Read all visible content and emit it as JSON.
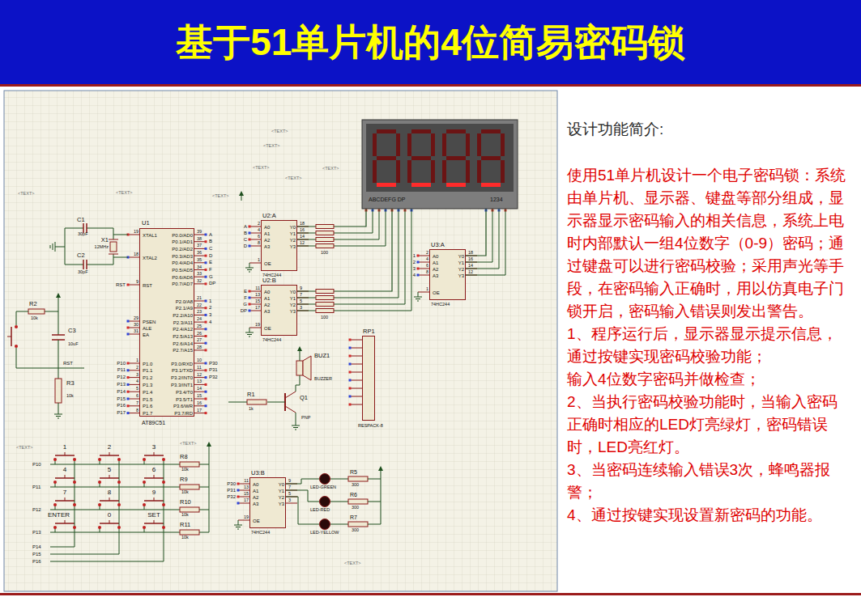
{
  "diagram": {
    "title": "基于51单片机的4位简易密码锁",
    "nodes": [
      {
        "text": [
          "ABCDEFG DP",
          "1234"
        ]
      },
      {
        "text": [
          "U1",
          "AT89C51",
          "XTAL1",
          "XTAL2",
          "RST",
          "PSEN",
          "ALE",
          "EA",
          "P1.0",
          "P1.1",
          "P1.2",
          "P1.3",
          "P1.4",
          "P1.5",
          "P1.6",
          "P1.7",
          "P0.0/AD0",
          "P0.1/AD1",
          "P0.2/AD2",
          "P0.3/AD3",
          "P0.4/AD4",
          "P0.5/AD5",
          "P0.6/AD6",
          "P0.7/AD7",
          "P2.0/A8",
          "P2.1/A9",
          "P2.2/A10",
          "P2.3/A11",
          "P2.4/A12",
          "P2.5/A13",
          "P2.6/A14",
          "P2.7/A15",
          "P3.0/RXD",
          "P3.1/TXD",
          "P3.2/INT0",
          "P3.3/INT1",
          "P3.4/T0",
          "P3.5/T1",
          "P3.6/WR",
          "P3.7/RD",
          "19",
          "18",
          "9",
          "29",
          "30",
          "31",
          "1",
          "2",
          "3",
          "4",
          "5",
          "6",
          "7",
          "8",
          "39",
          "38",
          "37",
          "36",
          "35",
          "34",
          "33",
          "32",
          "21",
          "22",
          "23",
          "24",
          "25",
          "26",
          "27",
          "28",
          "10",
          "11",
          "12",
          "13",
          "14",
          "15",
          "16",
          "17"
        ]
      },
      {
        "text": [
          "U2:A",
          "74HC244",
          "A0",
          "A1",
          "A2",
          "A3",
          "OE",
          "Y0",
          "Y1",
          "Y2",
          "Y3",
          "2",
          "4",
          "6",
          "8",
          "1",
          "18",
          "16",
          "14",
          "12"
        ]
      },
      {
        "text": [
          "U2:B",
          "74HC244",
          "A0",
          "A1",
          "A2",
          "A3",
          "OE",
          "Y0",
          "Y1",
          "Y2",
          "Y3",
          "11",
          "13",
          "15",
          "17",
          "19",
          "9",
          "7",
          "5",
          "3"
        ]
      },
      {
        "text": [
          "U3:A",
          "74HC244",
          "A0",
          "A1",
          "A2",
          "A3",
          "OE",
          "Y0",
          "Y1",
          "Y2",
          "Y3",
          "2",
          "4",
          "6",
          "8",
          "1",
          "18",
          "16",
          "14",
          "12"
        ]
      },
      {
        "text": [
          "U3:B",
          "74HC244",
          "A0",
          "A1",
          "A2",
          "A3",
          "OE",
          "Y0",
          "Y1",
          "Y2",
          "Y3",
          "11",
          "13",
          "15",
          "17",
          "19",
          "9",
          "7",
          "5",
          "3"
        ]
      },
      {
        "text": [
          "RP1",
          "RESPACK-8"
        ]
      }
    ],
    "edges": [
      {
        "from": 2,
        "to": 0,
        "arrow": "none"
      },
      {
        "from": 3,
        "to": 0,
        "arrow": "none"
      },
      {
        "from": 4,
        "to": 0,
        "arrow": "none"
      }
    ],
    "labels": [
      "设计功能简介:",
      "使用51单片机设计一个电子密码锁：系统由单片机、显示器、键盘等部分组成，显示器显示密码输入的相关信息，系统上电时内部默认一组4位数字（0-9）密码；通过键盘可以进行密码校验；采用声光等手段，在密码输入正确时，用以仿真电子门锁开启，密码输入错误则发出警告。",
      "1、程序运行后，显示器显示提示信息，通过按键实现密码校验功能；",
      "输入4位数字密码并做检查；",
      "2、当执行密码校验功能时，当输入密码正确时相应的LED灯亮绿灯，密码错误时，LED亮红灯。",
      "3、当密码连续输入错误3次，蜂鸣器报警；",
      "4、通过按键实现设置新密码的功能。",
      "P10",
      "P11",
      "P12",
      "P13",
      "P14",
      "P15",
      "P16",
      "P17",
      "RST",
      "A",
      "B",
      "C",
      "D",
      "E",
      "F",
      "G",
      "DP",
      "1",
      "2",
      "3",
      "4",
      "P30",
      "P31",
      "P32",
      "A",
      "B",
      "C",
      "D",
      "E",
      "F",
      "G",
      "DP",
      "1",
      "2",
      "3",
      "4",
      "P30",
      "P31",
      "P32",
      "P10",
      "P11",
      "P12",
      "P13",
      "P14",
      "P15",
      "P16",
      "1",
      "2",
      "3",
      "4",
      "5",
      "6",
      "7",
      "8",
      "9",
      "ENTER",
      "0",
      "SET",
      "R8",
      "10k",
      "R9",
      "10k",
      "R10",
      "10k",
      "R11",
      "10k",
      "C1",
      "30pF",
      "C2",
      "30pF",
      "X1",
      "12MHz",
      "R2",
      "10k",
      "C3",
      "10uF",
      "R3",
      "10k",
      "RST",
      "BUZ1",
      "BUZZER",
      "R1",
      "1k",
      "Q1",
      "PNP",
      "LED-GREEN",
      "LED-RED",
      "LED-YELLOW",
      "R5",
      "300",
      "R6",
      "300",
      "R7",
      "300",
      "100",
      "100",
      "<TEXT>",
      "<TEXT>",
      "<TEXT>",
      "<TEXT>",
      "<TEXT>",
      "<TEXT>",
      "<TEXT>",
      "<TEXT>",
      "<TEXT>",
      "<TEXT>",
      "<TEXT>"
    ]
  }
}
